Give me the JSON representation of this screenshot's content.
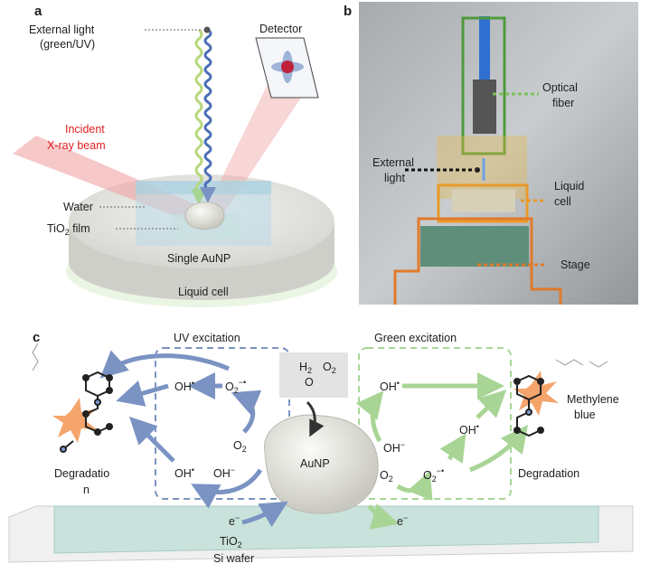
{
  "panels": {
    "a": {
      "label": "a",
      "external_light": [
        "External light",
        "(green/UV)"
      ],
      "detector": "Detector",
      "incident_beam": [
        "Incident",
        "X-ray beam"
      ],
      "water": "Water",
      "tio2_film": {
        "main": "TiO",
        "sub": "2",
        "rest": " film"
      },
      "single_aunp": "Single AuNP",
      "liquid_cell": "Liquid cell"
    },
    "b": {
      "label": "b",
      "optical_fiber": [
        "Optical",
        "fiber"
      ],
      "external_light": [
        "External",
        "light"
      ],
      "liquid_cell": [
        "Liquid",
        "cell"
      ],
      "stage": "Stage"
    },
    "c": {
      "label": "c",
      "uv_excitation": "UV excitation",
      "green_excitation": "Green excitation",
      "oh_radical": "OH",
      "oh_minus": "OH",
      "o2": {
        "main": "O",
        "sub": "2"
      },
      "superoxide": {
        "main": "O",
        "sub": "2"
      },
      "h2o": {
        "h": "H",
        "sub": "2",
        "o": "O"
      },
      "aunp": "AuNP",
      "degradation_left": [
        "Degradatio",
        "n"
      ],
      "degradation_right": "Degradation",
      "methylene_blue": [
        "Methylene",
        "blue"
      ],
      "electron": "e",
      "tio2": {
        "main": "TiO",
        "sub": "2"
      },
      "si_wafer": "Si wafer"
    }
  },
  "colors": {
    "uv": "#7b93c3",
    "green": "#a8d595",
    "wavy_blue": "#4a6fb8",
    "wavy_green": "#b7d77a",
    "xray": "#f2a3a3",
    "burst": "#f5a46b",
    "tio2_slab": "#c9e2dc"
  }
}
